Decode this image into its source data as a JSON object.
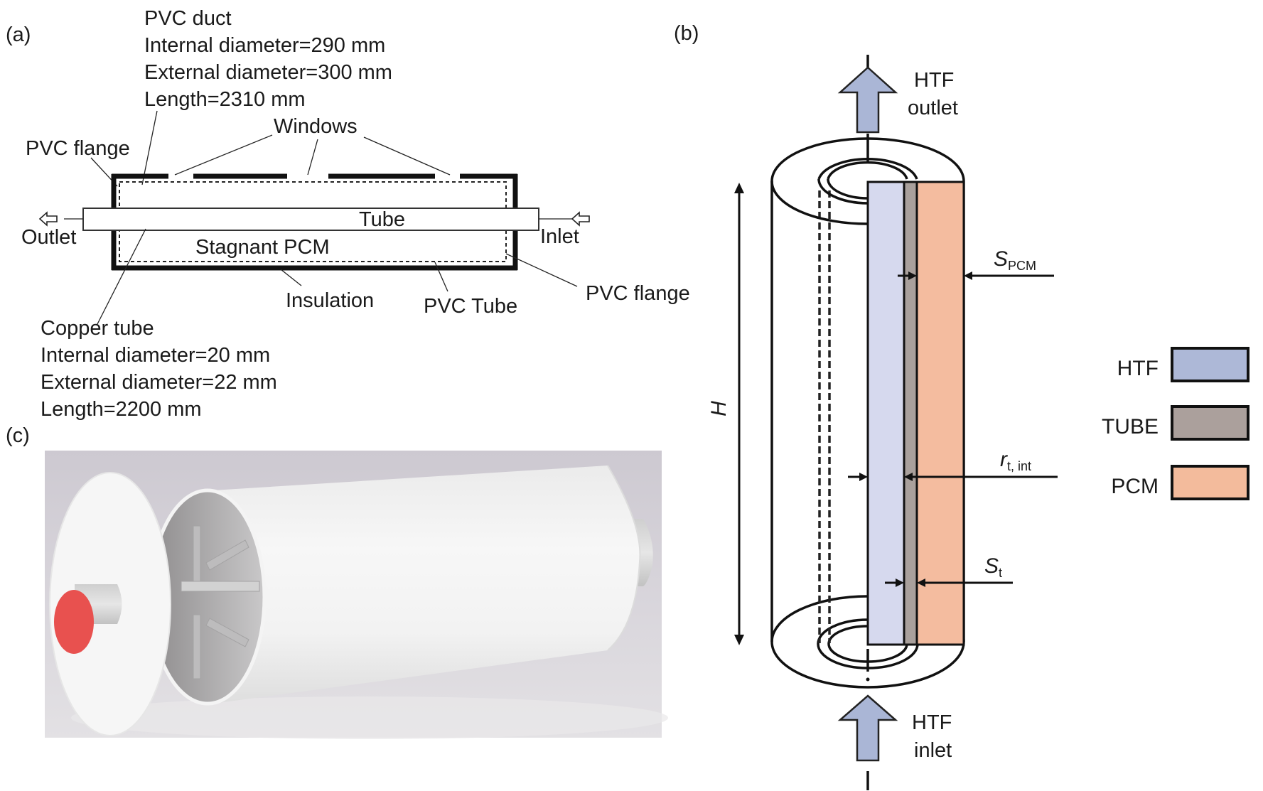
{
  "panels": {
    "a": "(a)",
    "b": "(b)",
    "c": "(c)"
  },
  "panel_a": {
    "pvc_duct": {
      "title": "PVC duct",
      "internal_diameter": "Internal diameter=290 mm",
      "external_diameter": "External diameter=300 mm",
      "length": "Length=2310 mm"
    },
    "copper_tube": {
      "title": "Copper tube",
      "internal_diameter": "Internal diameter=20 mm",
      "external_diameter": "External diameter=22 mm",
      "length": "Length=2200 mm"
    },
    "labels": {
      "windows": "Windows",
      "pvc_flange_left": "PVC flange",
      "pvc_flange_right": "PVC flange",
      "tube": "Tube",
      "stagnant_pcm": "Stagnant PCM",
      "insulation": "Insulation",
      "pvc_tube": "PVC Tube",
      "outlet": "Outlet",
      "inlet": "Inlet"
    }
  },
  "panel_b": {
    "htf_outlet": [
      "HTF",
      "outlet"
    ],
    "htf_inlet": [
      "HTF",
      "inlet"
    ],
    "height_symbol": "H",
    "s_pcm": {
      "main": "S",
      "sub": "PCM"
    },
    "r_t_int": {
      "main": "r",
      "sub": "t, int"
    },
    "s_t": {
      "main": "S",
      "sub": "t"
    },
    "colors": {
      "htf_fill": "#d6d9ee",
      "tube_fill": "#a9a09c",
      "pcm_fill": "#f4bc9f",
      "arrow_fill": "#aab6d6"
    },
    "legend": [
      {
        "label": "HTF",
        "color": "#adb8d7"
      },
      {
        "label": "TUBE",
        "color": "#aba09c"
      },
      {
        "label": "PCM",
        "color": "#f3bb9c"
      }
    ]
  },
  "panel_c": {
    "description": "3D render of PVC duct with copper tube and radial fins",
    "colors": {
      "background": "#d3cfd6",
      "shell": "#f4f4f4",
      "tube_end": "#e8514f",
      "fins": "#b9b7b8"
    }
  }
}
